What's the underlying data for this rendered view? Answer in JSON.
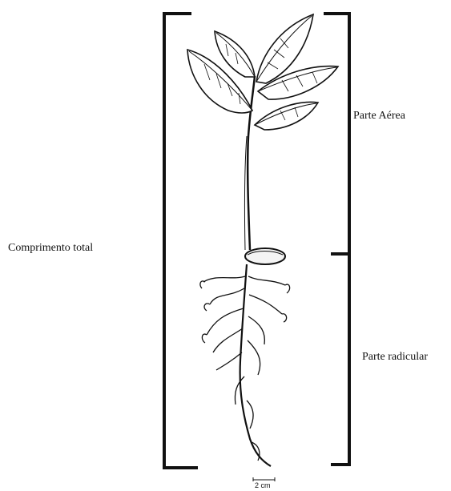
{
  "labels": {
    "total": "Comprimento total",
    "aerial": "Parte Aérea",
    "root": "Parte radicular"
  },
  "scale_bar": "2 cm",
  "colors": {
    "ink": "#111111",
    "background": "#ffffff"
  }
}
